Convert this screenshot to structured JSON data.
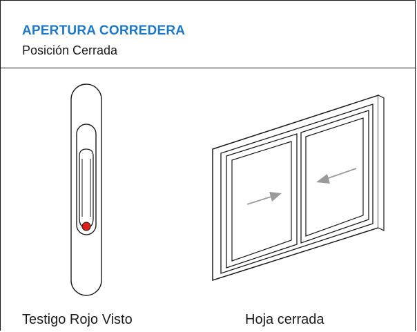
{
  "header": {
    "title": "APERTURA CORREDERA",
    "subtitle": "Posición Cerrada"
  },
  "captions": {
    "left": "Testigo Rojo Visto",
    "right": "Hoja cerrada"
  },
  "colors": {
    "title": "#1e78c8",
    "indicator": "#e0201b",
    "arrow": "#9a9a9a",
    "line": "#1a1a1a"
  }
}
